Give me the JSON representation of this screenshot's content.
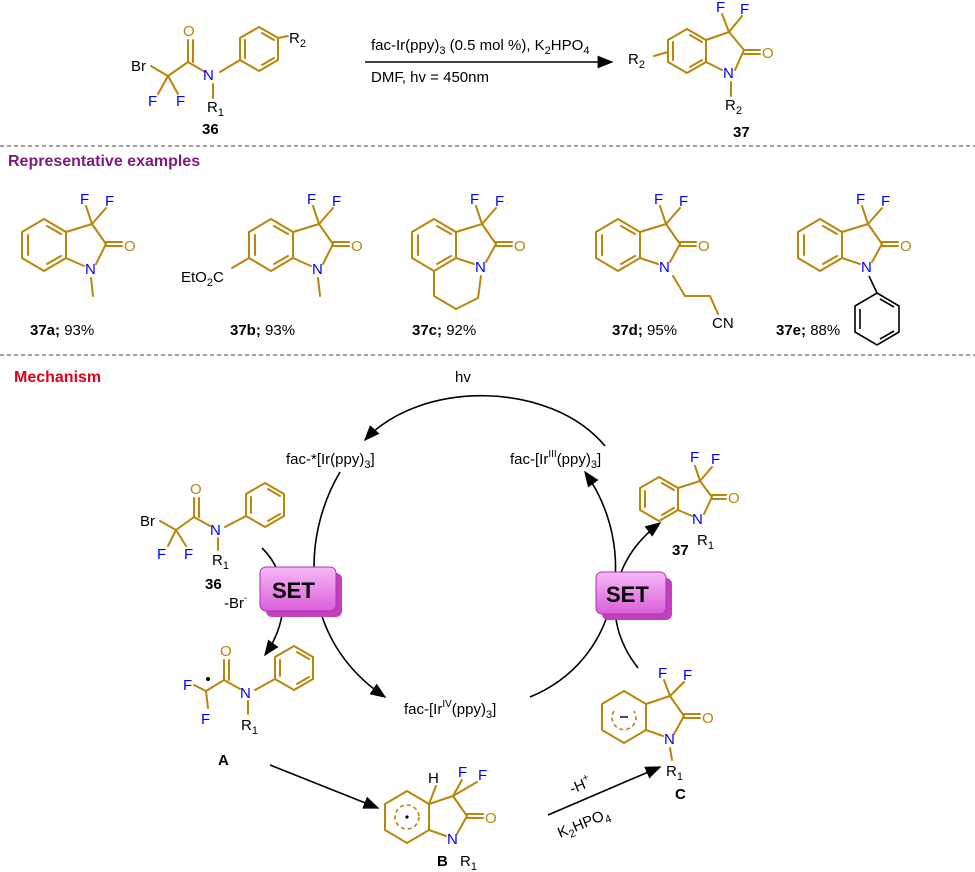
{
  "reaction": {
    "reagents_line1_a": "fac-Ir(ppy)",
    "reagents_line1_sub": "3",
    "reagents_line1_b": " (0.5 mol %), K",
    "reagents_line1_sub2": "2",
    "reagents_line1_c": "HPO",
    "reagents_line1_sub3": "4",
    "reagents_line2": "DMF, hv = 450nm",
    "sm_label": "36",
    "product_label": "37"
  },
  "atoms": {
    "br": "Br",
    "f": "F",
    "o": "O",
    "n": "N",
    "h": "H",
    "r1": "R",
    "r1_sub": "1",
    "r2": "R",
    "r2_sub": "2"
  },
  "sections": {
    "examples_title": "Representative examples",
    "mechanism_title": "Mechanism"
  },
  "examples": [
    {
      "id": "37a;",
      "yield": " 93%"
    },
    {
      "id": "37b;",
      "yield": " 93%"
    },
    {
      "id": "37c;",
      "yield": " 92%"
    },
    {
      "id": "37d;",
      "yield": " 95%"
    },
    {
      "id": "37e;",
      "yield": " 88%"
    }
  ],
  "substituents": {
    "ester_a": "EtO",
    "ester_sub": "2",
    "ester_b": "C",
    "nitrile": "CN"
  },
  "mechanism": {
    "hv": "hv",
    "ir_excited_a": "fac-*[Ir(ppy)",
    "ir_excited_sub": "3",
    "ir_excited_b": "]",
    "ir_iii_a": "fac-[Ir",
    "ir_iii_sup": "III",
    "ir_iii_b": "(ppy)",
    "ir_iii_sub": "3",
    "ir_iii_c": "]",
    "ir_iv_a": "fac-[Ir",
    "ir_iv_sup": "IV",
    "ir_iv_b": "(ppy)",
    "ir_iv_sub": "3",
    "ir_iv_c": "]",
    "set": "SET",
    "br_loss_a": "-Br",
    "br_loss_sup": "-",
    "deprot_a": "-H",
    "deprot_sup": "+",
    "base_a": "K",
    "base_sub": "2",
    "base_b": "HPO",
    "base_sub2": "4",
    "label_36": "36",
    "label_37": "37",
    "label_A": "A",
    "label_B": "B",
    "label_C": "C"
  },
  "colors": {
    "bond": "#b8860b",
    "fluorine": "#0000ff",
    "oxygen": "#b8860b",
    "examples_title": "#7f1a7f",
    "mechanism_title": "#e0001b",
    "set_badge": "#e68ae6"
  }
}
